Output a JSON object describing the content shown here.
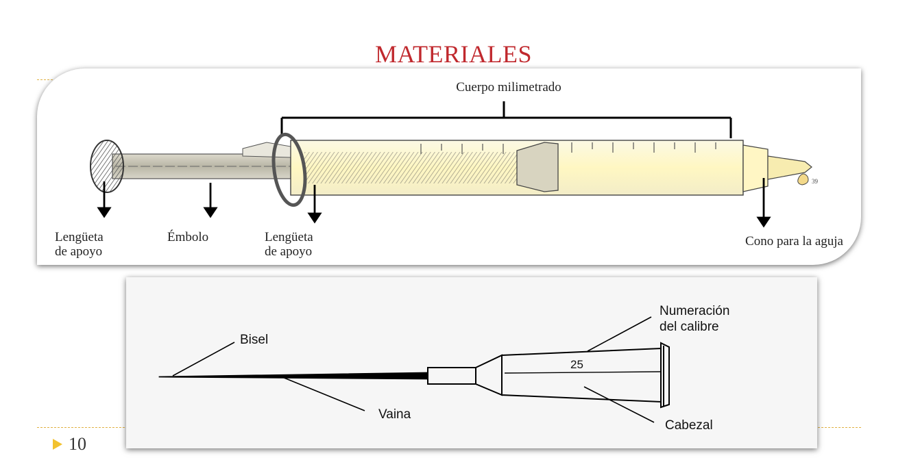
{
  "slide": {
    "title": "MATERIALES",
    "page_number": "10"
  },
  "syringe_diagram": {
    "labels": {
      "body": "Cuerpo milimetrado",
      "flange_left_line1": "Lengüeta",
      "flange_left_line2": "de apoyo",
      "plunger": "Émbolo",
      "flange_mid_line1": "Lengüeta",
      "flange_mid_line2": "de apoyo",
      "needle_cone": "Cono para la aguja"
    }
  },
  "needle_diagram": {
    "labels": {
      "bevel": "Bisel",
      "gauge_line1": "Numeración",
      "gauge_line2": "del calibre",
      "gauge_number": "25",
      "shaft": "Vaina",
      "hub": "Cabezal"
    }
  }
}
